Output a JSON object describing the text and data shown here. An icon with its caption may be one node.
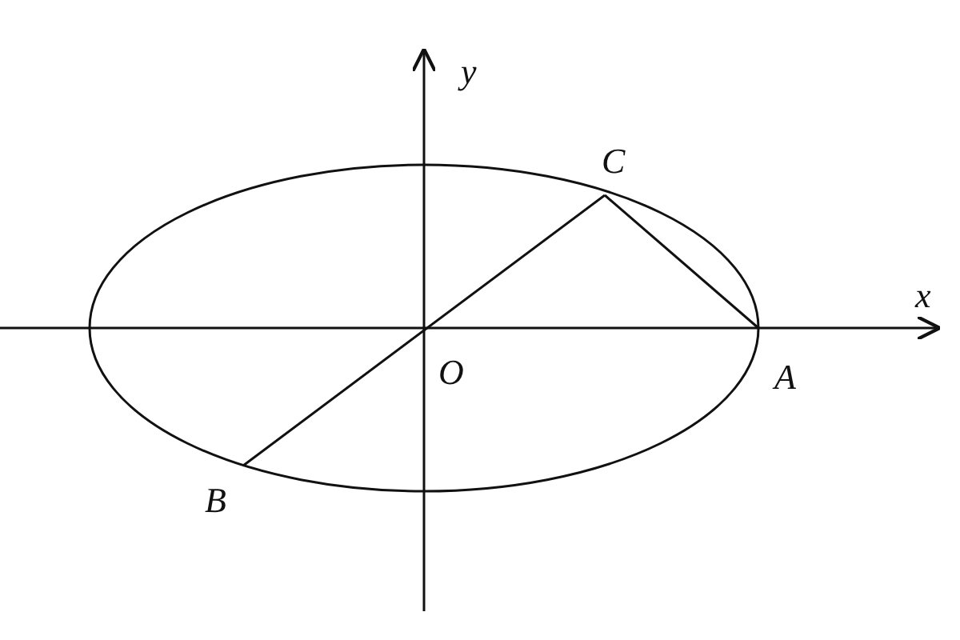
{
  "diagram": {
    "labels": [
      "y",
      "C",
      "x",
      "O",
      "A",
      "B"
    ]
  }
}
